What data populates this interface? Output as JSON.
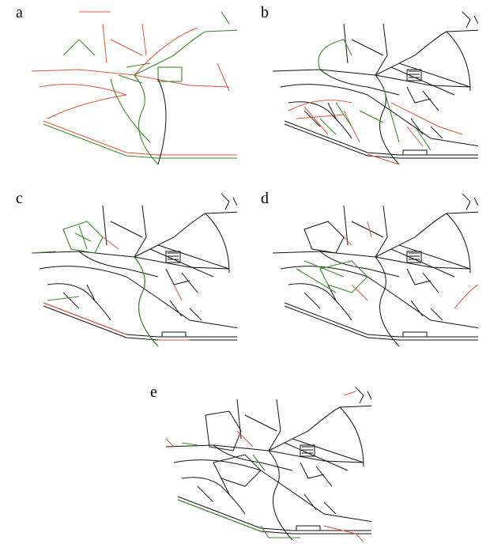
{
  "panels": [
    {
      "label": "a"
    },
    {
      "label": "b"
    },
    {
      "label": "c"
    },
    {
      "label": "d"
    },
    {
      "label": "e"
    }
  ],
  "colors": {
    "base": "#111111",
    "removed": "#e0533a",
    "added": "#3c8a2a"
  }
}
